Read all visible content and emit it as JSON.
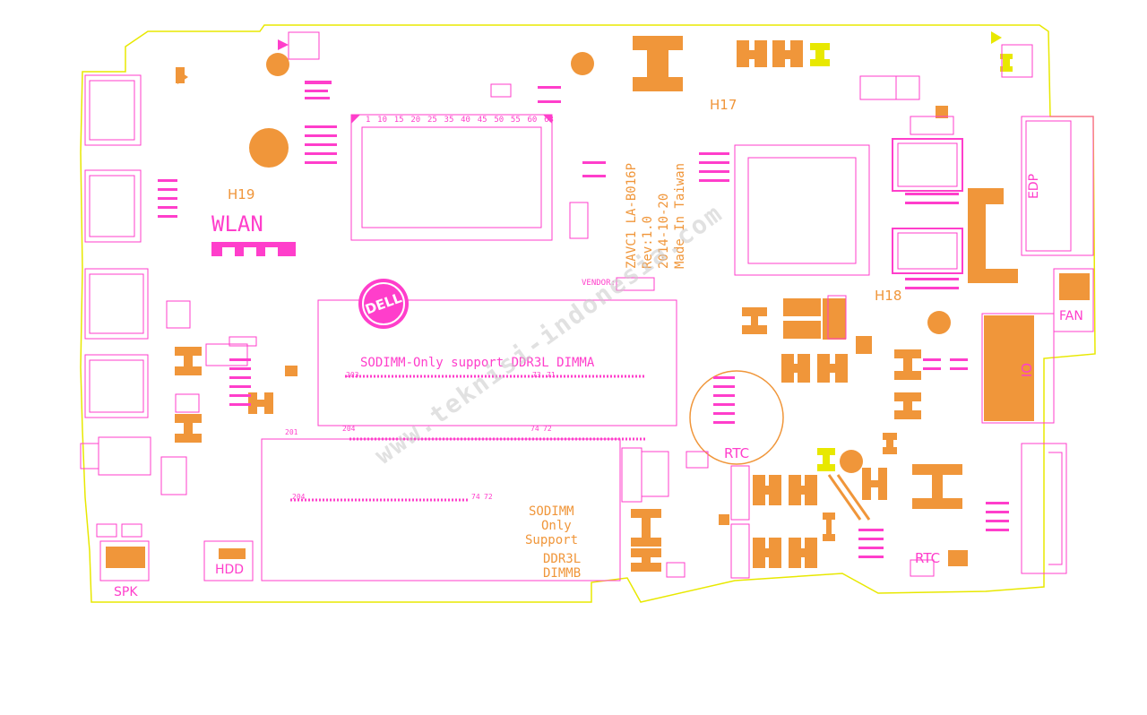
{
  "board": {
    "model": "ZAVC1 LA-B016P",
    "revision": "Rev:1.0",
    "date": "2014-10-20",
    "made_in": "Made In Taiwan",
    "vendor_label": "VENDOR:",
    "brand": "DELL",
    "watermark": "www.teknisi-indonesia.com"
  },
  "labels": {
    "wlan": "WLAN",
    "h19": "H19",
    "h17": "H17",
    "h18": "H18",
    "edp": "EDP",
    "fan": "FAN",
    "io": "IO",
    "rtc_main": "RTC",
    "rtc_conn": "RTC",
    "spk": "SPK",
    "hdd": "HDD",
    "dimm_a": "SODIMM-Only support DDR3L DIMMA",
    "dimm_b_line1": "SODIMM",
    "dimm_b_line2": "Only",
    "dimm_b_line3": "Support",
    "dimm_b_line4": "DDR3L",
    "dimm_b_line5": "DIMMB"
  },
  "slot_numbers": {
    "top_scale": [
      "1",
      "10",
      "15",
      "20",
      "25",
      "35",
      "40",
      "45",
      "50",
      "55",
      "60",
      "63"
    ],
    "dimm_a_left": "203",
    "dimm_a_73": "73",
    "dimm_a_71": "71",
    "dimm_a_204": "204",
    "dimm_a_74": "74",
    "dimm_a_72": "72",
    "dimm_b_201": "201",
    "dimm_b_204": "204",
    "dimm_b_74": "74",
    "dimm_b_72": "72"
  },
  "colors": {
    "silkscreen": "#ff3ecb",
    "pads": "#f0963a",
    "outline": "#e8e800",
    "background": "#ffffff"
  }
}
